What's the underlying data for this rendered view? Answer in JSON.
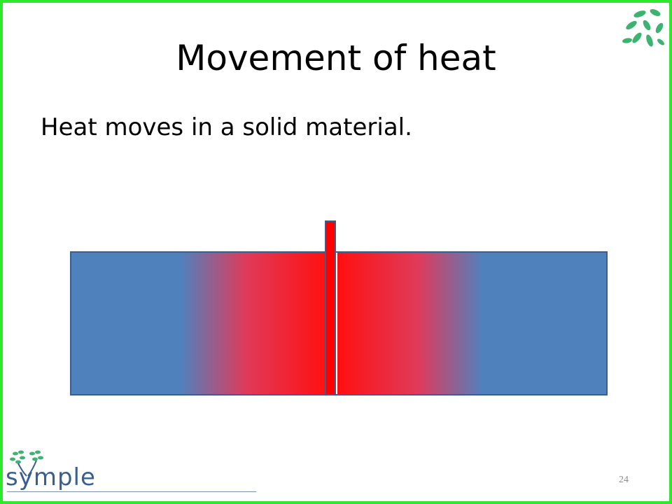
{
  "slide": {
    "title": "Movement of heat",
    "body": "Heat moves in a solid material.",
    "page_number": "24"
  },
  "brand": {
    "logo_text": "symple",
    "logo_icon": "tree-icon",
    "corner_icon": "leaves-icon"
  },
  "colors": {
    "frame": "#2ee82e",
    "cool": "#4f81bd",
    "hot": "#ff0000",
    "leaf": "#3cb371"
  }
}
